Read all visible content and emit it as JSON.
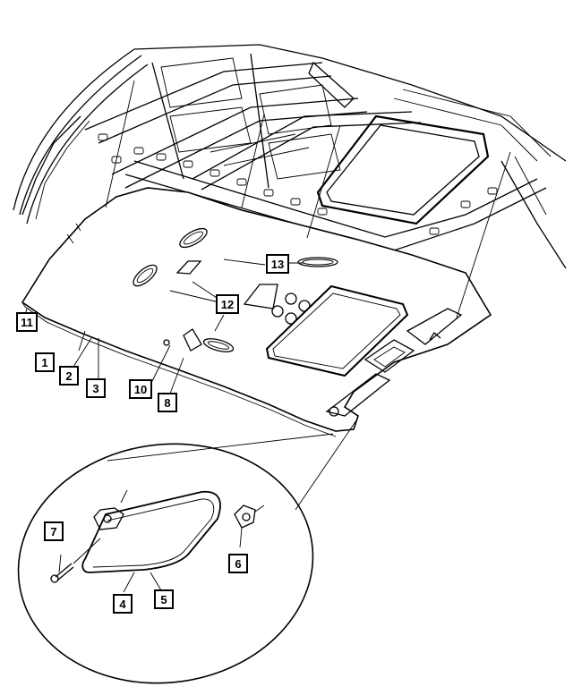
{
  "callouts": {
    "c1": "1",
    "c2": "2",
    "c3": "3",
    "c4": "4",
    "c5": "5",
    "c6": "6",
    "c7": "7",
    "c8": "8",
    "c10": "10",
    "c11": "11",
    "c12": "12",
    "c13": "13"
  },
  "colors": {
    "line": "#000000",
    "background": "#ffffff"
  }
}
